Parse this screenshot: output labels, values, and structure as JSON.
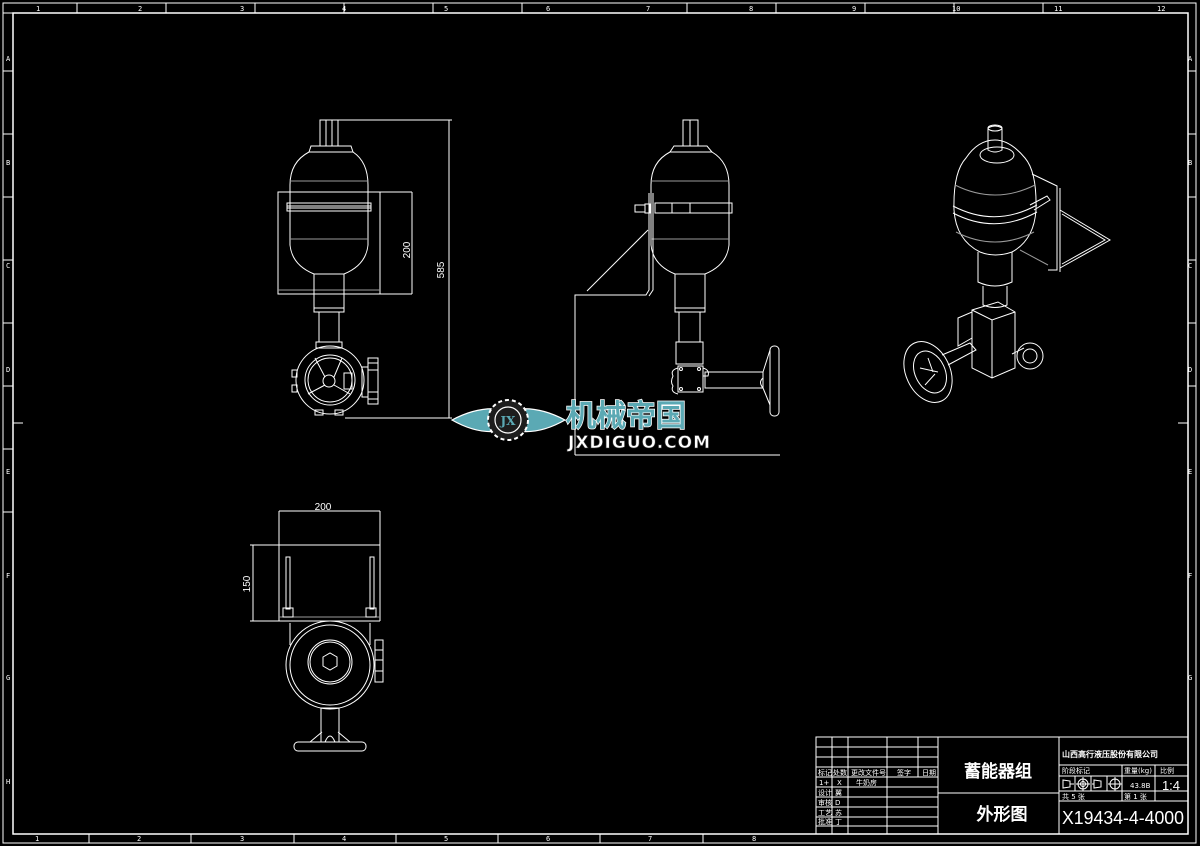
{
  "drawing": {
    "background": "#000000",
    "line_color": "#ffffff",
    "hidden_line_color": "#9a9a9a",
    "top_column_labels": [
      "1",
      "2",
      "3",
      "4",
      "5",
      "6",
      "7",
      "8",
      "9",
      "10",
      "11",
      "12"
    ],
    "bottom_column_labels": [
      "1",
      "2",
      "3",
      "4",
      "5",
      "6",
      "7",
      "8"
    ],
    "left_row_labels": [
      "A",
      "B",
      "C",
      "D",
      "E",
      "F",
      "G",
      "H"
    ],
    "right_row_labels": [
      "A",
      "B",
      "C",
      "D",
      "E",
      "F",
      "G"
    ]
  },
  "views": {
    "front": {
      "dim_overall_height": "585",
      "dim_bracket_height": "200"
    },
    "side": {},
    "top": {
      "dim_width": "200",
      "dim_depth": "150"
    },
    "isometric": {}
  },
  "watermark": {
    "emblem": "JX",
    "cn_text": "机械帝国",
    "en_text": "JXDIGUO.COM",
    "color": "#5ba9b4"
  },
  "title_block": {
    "title": "蓄能器组",
    "subtitle": "外形图",
    "company": "山西高行液压股份有限公司",
    "drawing_number": "X19434-4-4000",
    "weight_label": "重量(kg)",
    "weight_value": "43.8B",
    "scale_label": "比例",
    "scale_value": "1:4",
    "stage_label": "阶段标记",
    "sheet_count_label": "共 5 张",
    "sheet_label": "第 1 张",
    "revision_headers": [
      "标记",
      "处数",
      "更改文件号",
      "签字",
      "日期"
    ],
    "revision_row": [
      "1+",
      "X",
      "牛奶房",
      "",
      ""
    ],
    "sign_rows": [
      {
        "role": "设计",
        "name": "翼"
      },
      {
        "role": "审核",
        "name": "D"
      },
      {
        "role": "工艺",
        "name": "苏"
      },
      {
        "role": "批准",
        "name": "丁"
      }
    ],
    "projection_symbols": [
      "first-angle-projection-icon",
      "third-angle-projection-icon"
    ]
  }
}
